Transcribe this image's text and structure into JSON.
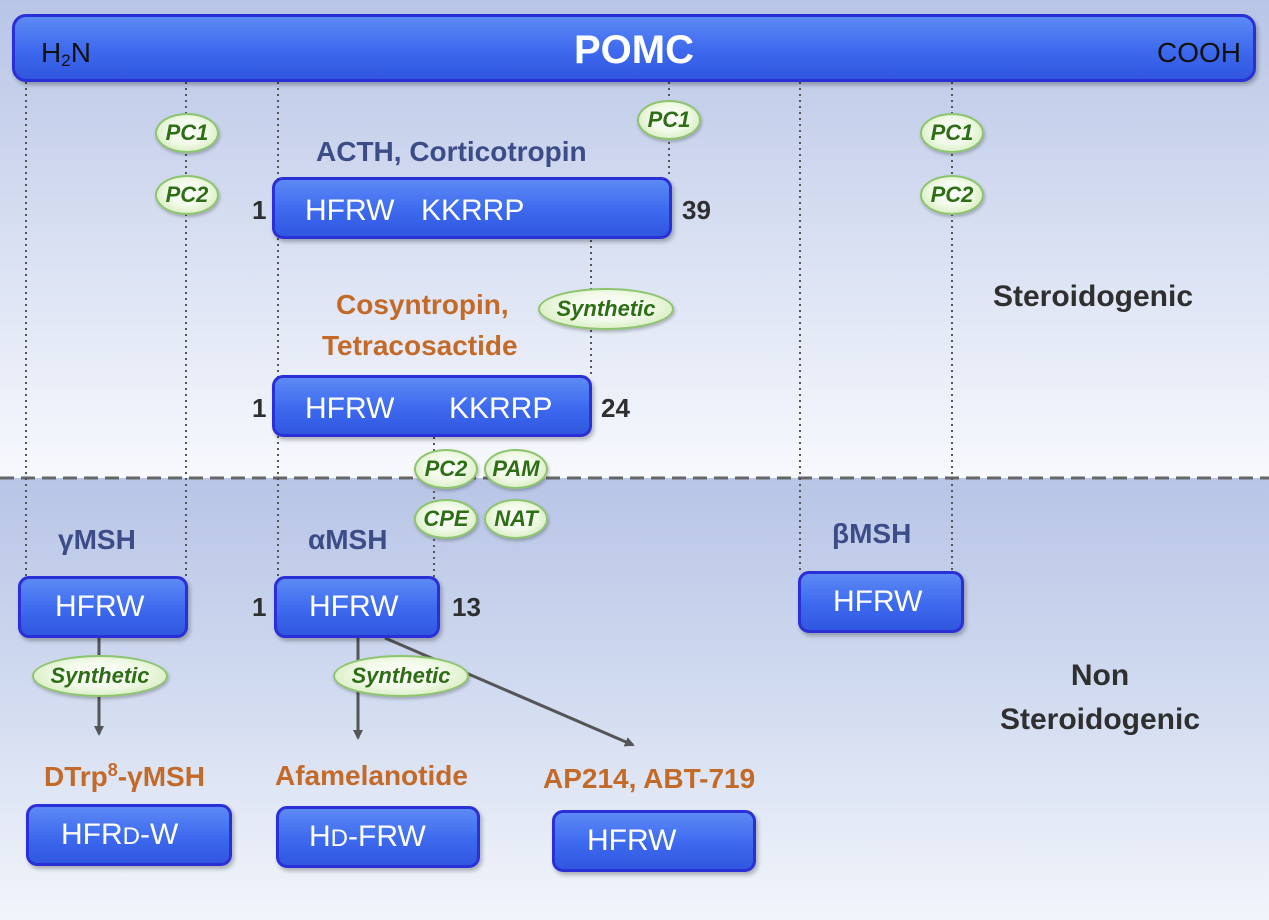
{
  "pomc": {
    "n_term": "H",
    "n_term_sub": "2",
    "n_term_end": "N",
    "title": "POMC",
    "c_term": "COOH"
  },
  "enzymes": {
    "pc1": "PC1",
    "pc2": "PC2",
    "synthetic": "Synthetic",
    "pam": "PAM",
    "cpe": "CPE",
    "nat": "NAT"
  },
  "acth": {
    "label": "ACTH, Corticotropin",
    "start": "1",
    "end": "39",
    "motif1": "HFRW",
    "motif2": "KKRRP"
  },
  "cosyntropin": {
    "label_line1": "Cosyntropin,",
    "label_line2": "Tetracosactide",
    "start": "1",
    "end": "24",
    "motif1": "HFRW",
    "motif2": "KKRRP"
  },
  "gamma_msh": {
    "label": "γMSH",
    "seq": "HFRW"
  },
  "alpha_msh": {
    "label": "αMSH",
    "start": "1",
    "end": "13",
    "seq": "HFRW"
  },
  "beta_msh": {
    "label": "βMSH",
    "seq": "HFRW"
  },
  "regions": {
    "steroidogenic": "Steroidogenic",
    "non_line1": "Non",
    "non_line2": "Steroidogenic"
  },
  "analogs": {
    "dtrp": {
      "label_pre": "DTrp",
      "label_sup": "8",
      "label_post": "-γMSH",
      "seq_a": "HFR",
      "seq_d": "D",
      "seq_b": "-W"
    },
    "afamelanotide": {
      "label": "Afamelanotide",
      "seq_a": "H",
      "seq_d": "D",
      "seq_b": "-FRW"
    },
    "ap214": {
      "label": "AP214, ABT-719",
      "seq": "HFRW"
    }
  },
  "colors": {
    "peptide_fill": "#3d69ee",
    "peptide_border": "#2b2fd6",
    "enzyme_text": "#2e6f16",
    "analog_label": "#c46a28",
    "msh_label": "#3b4c87"
  }
}
